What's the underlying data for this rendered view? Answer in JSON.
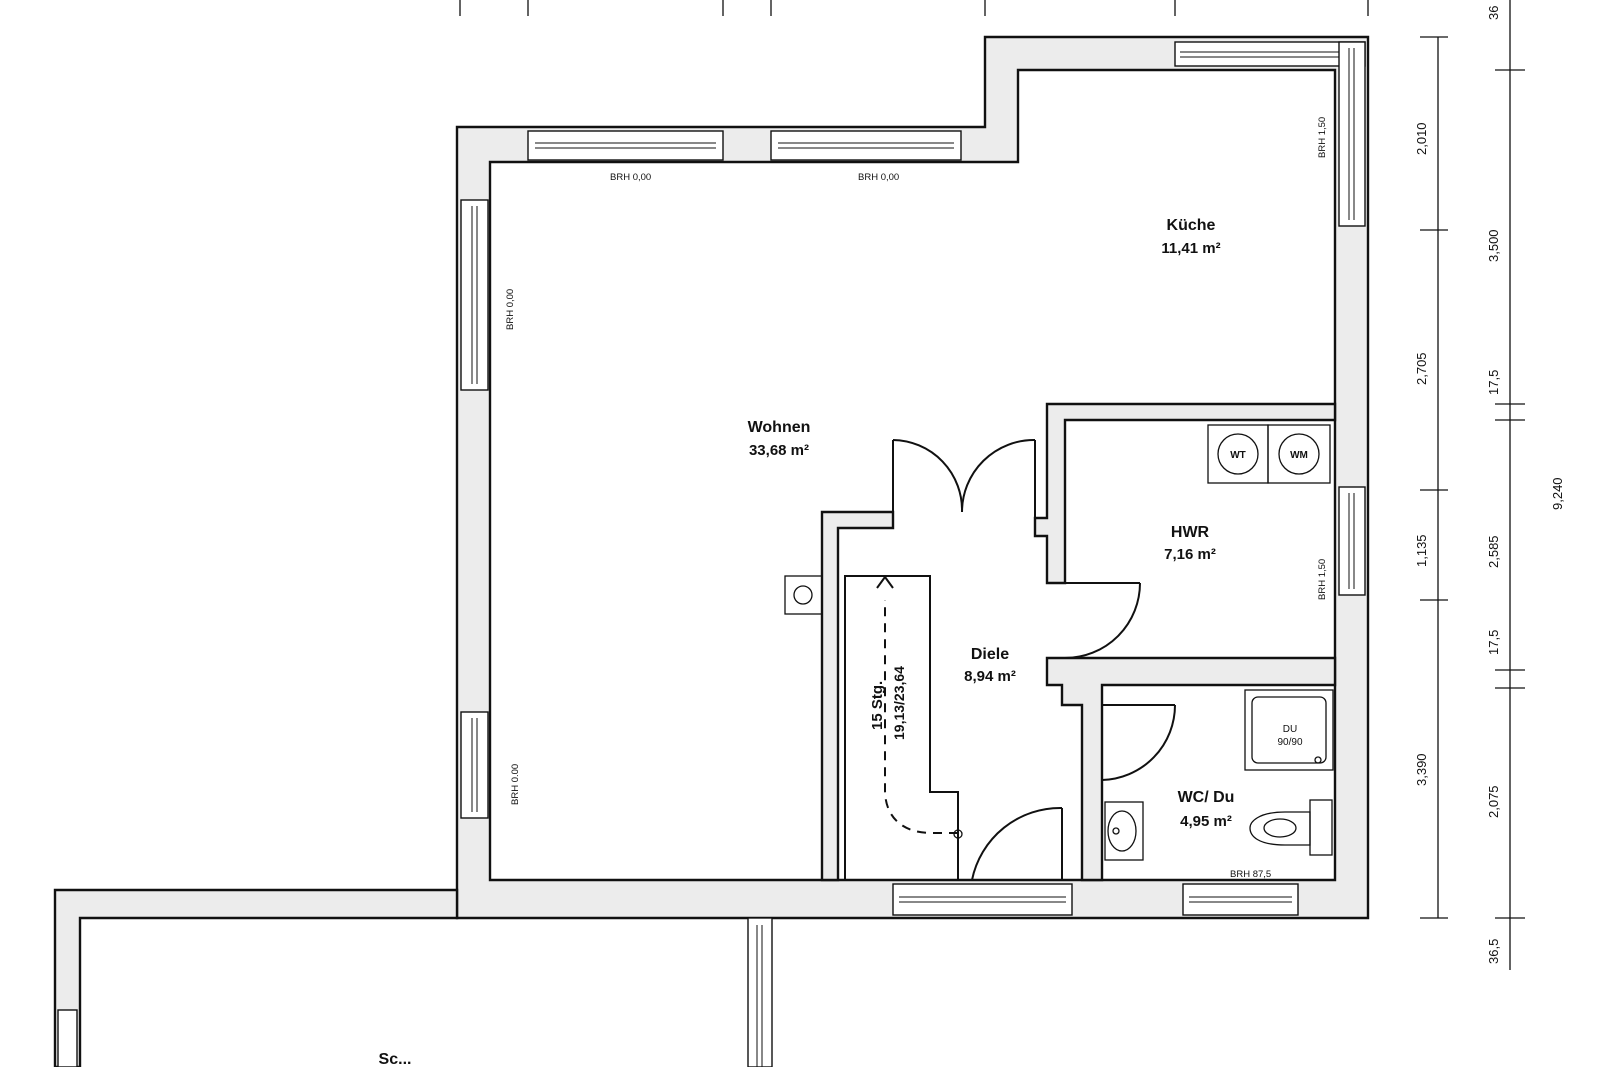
{
  "rooms": {
    "wohnen": {
      "name": "Wohnen",
      "area": "33,68 m²"
    },
    "kueche": {
      "name": "Küche",
      "area": "11,41 m²"
    },
    "hwr": {
      "name": "HWR",
      "area": "7,16 m²"
    },
    "diele": {
      "name": "Diele",
      "area": "8,94 m²"
    },
    "wc": {
      "name": "WC/ Du",
      "area": "4,95 m²"
    }
  },
  "brh_labels": {
    "top_left": "BRH 0,00",
    "top_right": "BRH 0,00",
    "left_upper": "BRH 0,00",
    "left_lower": "BRH 0.00",
    "kueche_right": "BRH 1,50",
    "hwr_right": "BRH 1,50",
    "wc_bottom": "BRH 87,5"
  },
  "stairs": {
    "steps": "15 Stg.",
    "ratio": "19,13/23,64"
  },
  "appliances": {
    "dryer": "WT",
    "washer": "WM",
    "shower": "DU",
    "shower_size": "90/90"
  },
  "dimensions": {
    "inner": [
      "2,010",
      "2,705",
      "1,135",
      "3,390"
    ],
    "outer": [
      "36",
      "3,500",
      "17,5",
      "2,585",
      "17,5",
      "2,075",
      "36,5"
    ],
    "total": "9,240"
  },
  "partial_room_label": "Sc..."
}
